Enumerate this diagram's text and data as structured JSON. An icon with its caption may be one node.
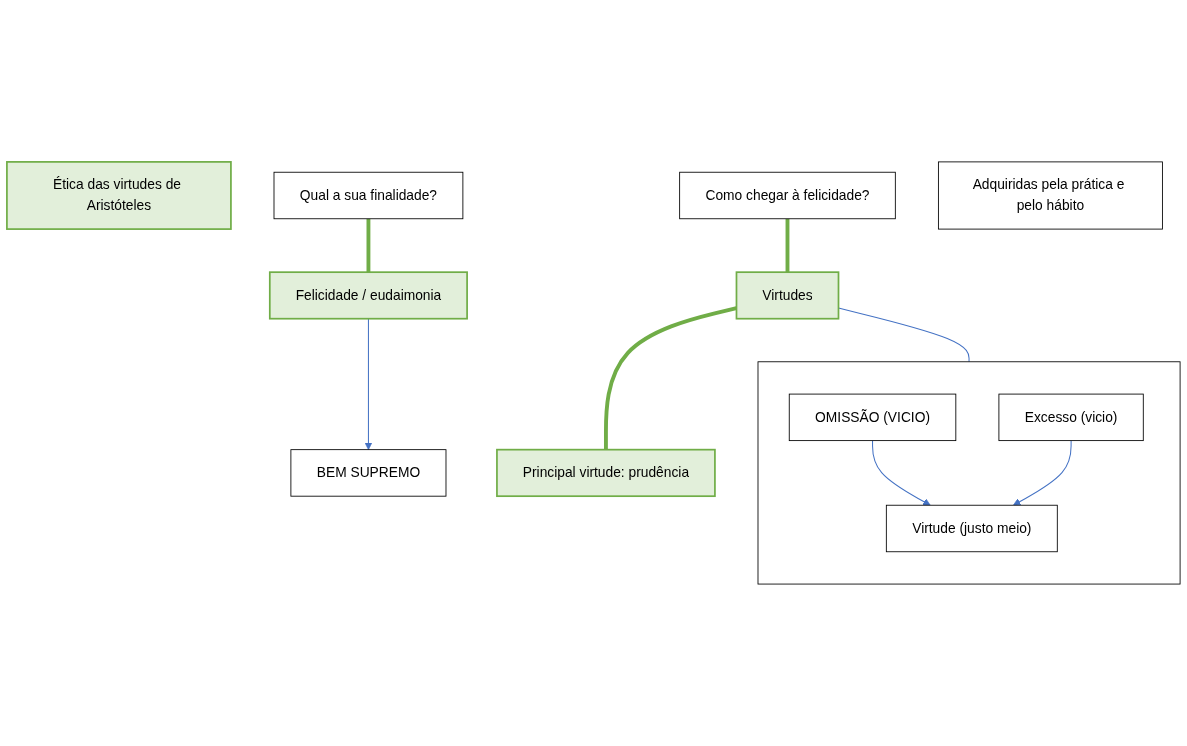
{
  "diagram": {
    "nodes": [
      {
        "text": [
          "Ética das virtudes de Aristóteles"
        ]
      },
      {
        "text": [
          "Qual a sua finalidade?"
        ]
      },
      {
        "text": [
          "Felicidade / eudaimonia"
        ]
      },
      {
        "text": [
          "BEM SUPREMO"
        ]
      },
      {
        "text": [
          "Como chegar à felicidade?"
        ]
      },
      {
        "text": [
          "Virtudes"
        ]
      },
      {
        "text": [
          "Adquiridas pela prática e pelo hábito"
        ]
      },
      {
        "text": [],
        "shape": "box"
      },
      {
        "text": [
          "OMISSÃO (VICIO)"
        ],
        "in": 7
      },
      {
        "text": [
          "Virtude (justo meio)"
        ],
        "in": 7
      },
      {
        "text": [
          "Excesso (vicio)"
        ],
        "in": 7
      },
      {
        "text": [
          "Principal virtude: prudência"
        ]
      }
    ],
    "edges": [
      {
        "from": 1,
        "to": 2,
        "arrow": "none",
        "style": "thick",
        "color": "#70ad47"
      },
      {
        "from": 2,
        "to": 3,
        "arrow": "to"
      },
      {
        "from": 4,
        "to": 5,
        "arrow": "none",
        "style": "thick",
        "color": "#70ad47"
      },
      {
        "from": 5,
        "to": 7,
        "arrow": "none"
      },
      {
        "from": 8,
        "to": 9,
        "arrow": "to"
      },
      {
        "from": 10,
        "to": 9,
        "arrow": "to"
      },
      {
        "from": 5,
        "to": 11,
        "arrow": "none",
        "style": "thick",
        "color": "#70ad47"
      }
    ]
  }
}
